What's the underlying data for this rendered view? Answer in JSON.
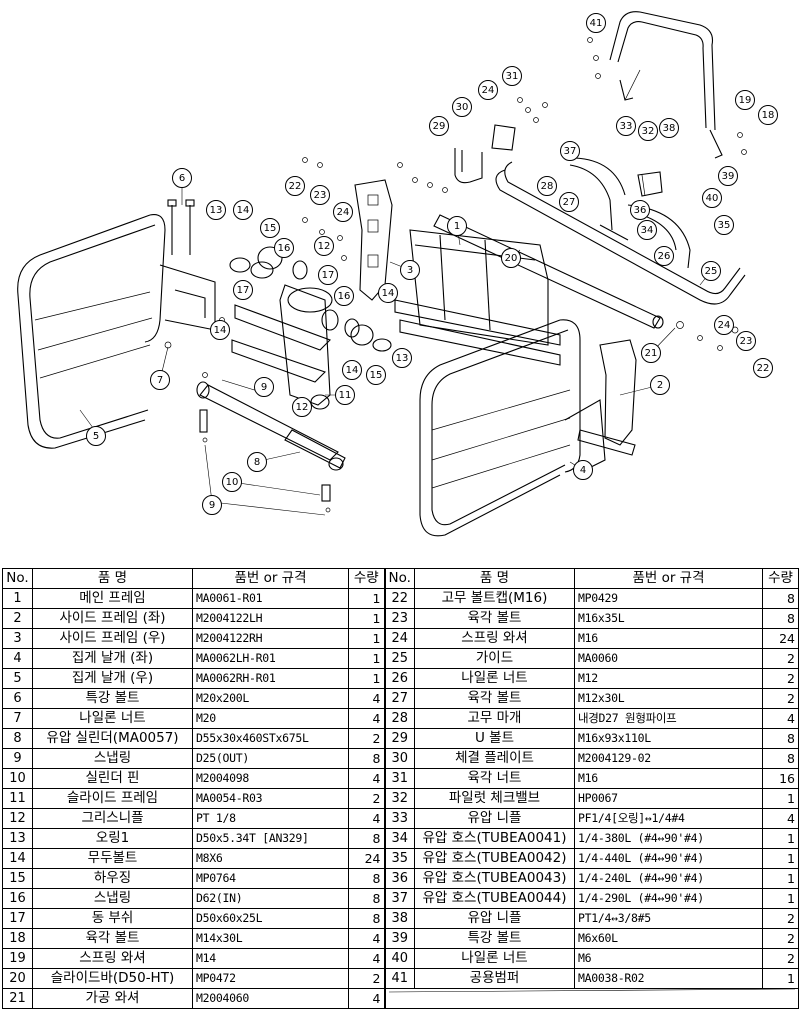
{
  "callouts": [
    {
      "id": "c1",
      "label": "1"
    },
    {
      "id": "c2",
      "label": "2"
    },
    {
      "id": "c3",
      "label": "3"
    },
    {
      "id": "c4",
      "label": "4"
    },
    {
      "id": "c5",
      "label": "5"
    },
    {
      "id": "c6",
      "label": "6"
    },
    {
      "id": "c7",
      "label": "7"
    },
    {
      "id": "c8",
      "label": "8"
    },
    {
      "id": "c9a",
      "label": "9"
    },
    {
      "id": "c9b",
      "label": "9"
    },
    {
      "id": "c10",
      "label": "10"
    },
    {
      "id": "c11",
      "label": "11"
    },
    {
      "id": "c12a",
      "label": "12"
    },
    {
      "id": "c12b",
      "label": "12"
    },
    {
      "id": "c13a",
      "label": "13"
    },
    {
      "id": "c13b",
      "label": "13"
    },
    {
      "id": "c14a",
      "label": "14"
    },
    {
      "id": "c14b",
      "label": "14"
    },
    {
      "id": "c14c",
      "label": "14"
    },
    {
      "id": "c14d",
      "label": "14"
    },
    {
      "id": "c15a",
      "label": "15"
    },
    {
      "id": "c15b",
      "label": "15"
    },
    {
      "id": "c16a",
      "label": "16"
    },
    {
      "id": "c16b",
      "label": "16"
    },
    {
      "id": "c17a",
      "label": "17"
    },
    {
      "id": "c17b",
      "label": "17"
    },
    {
      "id": "c18",
      "label": "18"
    },
    {
      "id": "c19",
      "label": "19"
    },
    {
      "id": "c20",
      "label": "20"
    },
    {
      "id": "c21",
      "label": "21"
    },
    {
      "id": "c22a",
      "label": "22"
    },
    {
      "id": "c22b",
      "label": "22"
    },
    {
      "id": "c23a",
      "label": "23"
    },
    {
      "id": "c23b",
      "label": "23"
    },
    {
      "id": "c24a",
      "label": "24"
    },
    {
      "id": "c24b",
      "label": "24"
    },
    {
      "id": "c24c",
      "label": "24"
    },
    {
      "id": "c25",
      "label": "25"
    },
    {
      "id": "c26",
      "label": "26"
    },
    {
      "id": "c27",
      "label": "27"
    },
    {
      "id": "c28",
      "label": "28"
    },
    {
      "id": "c29",
      "label": "29"
    },
    {
      "id": "c30",
      "label": "30"
    },
    {
      "id": "c31",
      "label": "31"
    },
    {
      "id": "c33",
      "label": "33"
    },
    {
      "id": "c32",
      "label": "32"
    },
    {
      "id": "c34",
      "label": "34"
    },
    {
      "id": "c35",
      "label": "35"
    },
    {
      "id": "c36",
      "label": "36"
    },
    {
      "id": "c37",
      "label": "37"
    },
    {
      "id": "c38",
      "label": "38"
    },
    {
      "id": "c39",
      "label": "39"
    },
    {
      "id": "c40",
      "label": "40"
    },
    {
      "id": "c41",
      "label": "41"
    }
  ],
  "bom": {
    "headers": {
      "no": "No.",
      "name": "품  명",
      "part": "품번 or 규격",
      "qty": "수량"
    },
    "left": [
      {
        "no": "1",
        "name": "메인 프레임",
        "part": "MA0061-R01",
        "qty": "1"
      },
      {
        "no": "2",
        "name": "사이드 프레임 (좌)",
        "part": "M2004122LH",
        "qty": "1"
      },
      {
        "no": "3",
        "name": "사이드 프레임 (우)",
        "part": "M2004122RH",
        "qty": "1"
      },
      {
        "no": "4",
        "name": "집게 날개 (좌)",
        "part": "MA0062LH-R01",
        "qty": "1"
      },
      {
        "no": "5",
        "name": "집게 날개 (우)",
        "part": "MA0062RH-R01",
        "qty": "1"
      },
      {
        "no": "6",
        "name": "특강 볼트",
        "part": "M20x200L",
        "qty": "4"
      },
      {
        "no": "7",
        "name": "나일론 너트",
        "part": "M20",
        "qty": "4"
      },
      {
        "no": "8",
        "name": "유압 실린더(MA0057)",
        "part": "D55x30x460STx675L",
        "qty": "2"
      },
      {
        "no": "9",
        "name": "스냅링",
        "part": "D25(OUT)",
        "qty": "8"
      },
      {
        "no": "10",
        "name": "실린더 핀",
        "part": "M2004098",
        "qty": "4"
      },
      {
        "no": "11",
        "name": "슬라이드 프레임",
        "part": "MA0054-R03",
        "qty": "2"
      },
      {
        "no": "12",
        "name": "그리스니플",
        "part": "PT 1/8",
        "qty": "4"
      },
      {
        "no": "13",
        "name": "오링1",
        "part": "D50x5.34T [AN329]",
        "qty": "8"
      },
      {
        "no": "14",
        "name": "무두볼트",
        "part": "M8X6",
        "qty": "24"
      },
      {
        "no": "15",
        "name": "하우징",
        "part": "MP0764",
        "qty": "8"
      },
      {
        "no": "16",
        "name": "스냅링",
        "part": "D62(IN)",
        "qty": "8"
      },
      {
        "no": "17",
        "name": "동 부쉬",
        "part": "D50x60x25L",
        "qty": "8"
      },
      {
        "no": "18",
        "name": "육각 볼트",
        "part": "M14x30L",
        "qty": "4"
      },
      {
        "no": "19",
        "name": "스프링 와셔",
        "part": "M14",
        "qty": "4"
      },
      {
        "no": "20",
        "name": "슬라이드바(D50-HT)",
        "part": "MP0472",
        "qty": "2"
      },
      {
        "no": "21",
        "name": "가공 와셔",
        "part": "M2004060",
        "qty": "4"
      }
    ],
    "right": [
      {
        "no": "22",
        "name": "고무 볼트캡(M16)",
        "part": "MP0429",
        "qty": "8"
      },
      {
        "no": "23",
        "name": "육각 볼트",
        "part": "M16x35L",
        "qty": "8"
      },
      {
        "no": "24",
        "name": "스프링 와셔",
        "part": "M16",
        "qty": "24"
      },
      {
        "no": "25",
        "name": "가이드",
        "part": "MA0060",
        "qty": "2"
      },
      {
        "no": "26",
        "name": "나일론 너트",
        "part": "M12",
        "qty": "2"
      },
      {
        "no": "27",
        "name": "육각 볼트",
        "part": "M12x30L",
        "qty": "2"
      },
      {
        "no": "28",
        "name": "고무 마개",
        "part": "내경D27 원형파이프",
        "qty": "4"
      },
      {
        "no": "29",
        "name": "U 볼트",
        "part": "M16x93x110L",
        "qty": "8"
      },
      {
        "no": "30",
        "name": "체결 플레이트",
        "part": "M2004129-02",
        "qty": "8"
      },
      {
        "no": "31",
        "name": "육각 너트",
        "part": "M16",
        "qty": "16"
      },
      {
        "no": "32",
        "name": "파일럿 체크밸브",
        "part": "HP0067",
        "qty": "1"
      },
      {
        "no": "33",
        "name": "유압 니플",
        "part": "PF1/4[오링]↔1/4#4",
        "qty": "4"
      },
      {
        "no": "34",
        "name": "유압 호스(TUBEA0041)",
        "part": "1/4-380L (#4↔90'#4)",
        "qty": "1"
      },
      {
        "no": "35",
        "name": "유압 호스(TUBEA0042)",
        "part": "1/4-440L (#4↔90'#4)",
        "qty": "1"
      },
      {
        "no": "36",
        "name": "유압 호스(TUBEA0043)",
        "part": "1/4-240L (#4↔90'#4)",
        "qty": "1"
      },
      {
        "no": "37",
        "name": "유압 호스(TUBEA0044)",
        "part": "1/4-290L (#4↔90'#4)",
        "qty": "1"
      },
      {
        "no": "38",
        "name": "유압 니플",
        "part": "PT1/4↔3/8#5",
        "qty": "2"
      },
      {
        "no": "39",
        "name": "특강 볼트",
        "part": "M6x60L",
        "qty": "2"
      },
      {
        "no": "40",
        "name": "나일론 너트",
        "part": "M6",
        "qty": "2"
      },
      {
        "no": "41",
        "name": "공용범퍼",
        "part": "MA0038-R02",
        "qty": "1"
      }
    ]
  }
}
